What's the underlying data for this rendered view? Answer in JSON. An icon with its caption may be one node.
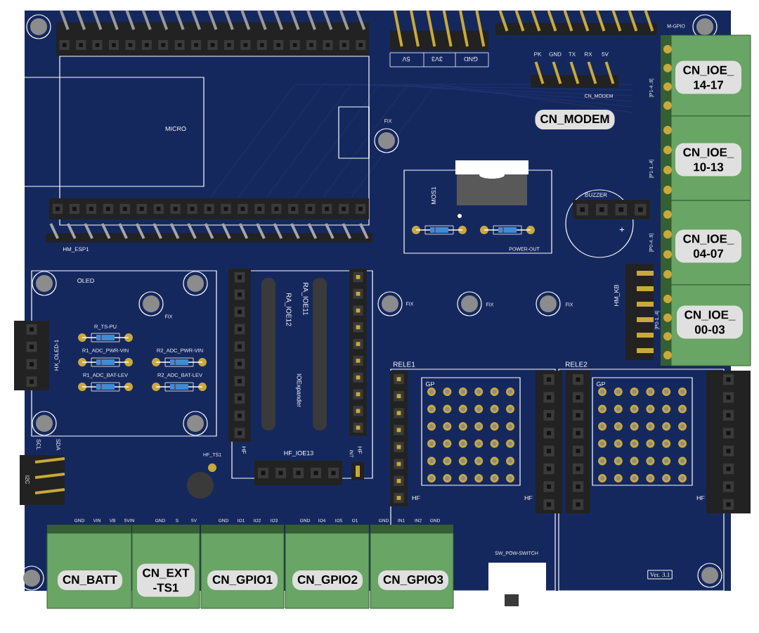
{
  "diagram": {
    "nodes": [
      {
        "text": [
          "CN_MODEM"
        ]
      },
      {
        "text": [
          "CN_IOE_ 14-17"
        ]
      },
      {
        "text": [
          "CN_IOE_ 10-13"
        ]
      },
      {
        "text": [
          "CN_IOE_ 04-07"
        ]
      },
      {
        "text": [
          "CN_IOE_ 00-03"
        ]
      },
      {
        "text": [
          "CN_BATT"
        ]
      },
      {
        "text": [
          "CN_EXT -TS1"
        ]
      },
      {
        "text": [
          "CN_GPIO1"
        ]
      },
      {
        "text": [
          "CN_GPIO2"
        ]
      },
      {
        "text": [
          "CN_GPIO3"
        ]
      }
    ],
    "labels": [
      "MICRO",
      "HM_ESP1",
      "FIX",
      "5V",
      "3V3",
      "GND",
      "M-GPIO",
      "PK",
      "GND",
      "TX",
      "RX",
      "5V",
      "CN_MODEM",
      "MOS1",
      "POWER-OUT",
      "BUZZER",
      "+",
      "[P1-4..8]",
      "[P1-1..4]",
      "[P0-4..8]",
      "[P0-1..4]",
      "HM_KB",
      "OLED",
      "FIX",
      "R_TS-PU",
      "R1_ADC_PWR-VIN",
      "R2_ADC_PWR-VIN",
      "R1_ADC_BAT-LEV",
      "R2_ADC_BAT-LEV",
      "HX_OLED-1",
      "RA_IOE12",
      "RA_IOE11",
      "IOExpander",
      "HF",
      "HF",
      "HF_IOE13",
      "INT",
      "HF_TS1",
      "SCL",
      "SDA",
      "I2C",
      "FIX",
      "FIX",
      "FIX",
      "RELE1",
      "GP",
      "HF",
      "RELE2",
      "HF",
      "GP",
      "HF",
      "GND",
      "VIN",
      "VB",
      "5VIN",
      "GND",
      "S",
      "5V",
      "GND",
      "IO1",
      "IO2",
      "IO3",
      "GND",
      "IO4",
      "IO5",
      "O1",
      "GND",
      "IN1",
      "IN2",
      "GND",
      "SW_POW-SWITCH",
      "Ver. 3.1"
    ]
  }
}
